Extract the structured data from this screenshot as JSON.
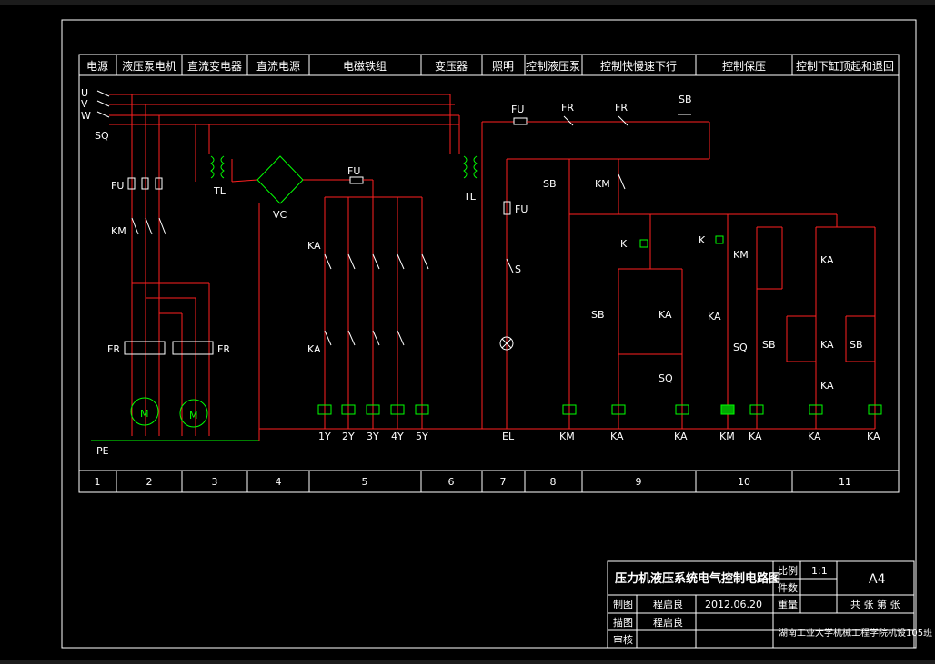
{
  "header_columns": [
    {
      "id": "1",
      "label": "电源"
    },
    {
      "id": "2",
      "label": "液压泵电机"
    },
    {
      "id": "3",
      "label": "直流变电器"
    },
    {
      "id": "4",
      "label": "直流电源"
    },
    {
      "id": "5",
      "label": "电磁铁组"
    },
    {
      "id": "6",
      "label": "变压器"
    },
    {
      "id": "7",
      "label": "照明"
    },
    {
      "id": "8",
      "label": "控制液压泵"
    },
    {
      "id": "9",
      "label": "控制快慢速下行"
    },
    {
      "id": "10",
      "label": "控制保压"
    },
    {
      "id": "11",
      "label": "控制下缸顶起和退回"
    }
  ],
  "footer_numbers": [
    "1",
    "2",
    "3",
    "4",
    "5",
    "6",
    "7",
    "8",
    "9",
    "10",
    "11"
  ],
  "labels": {
    "u": "U",
    "v": "V",
    "w": "W",
    "sq": "SQ",
    "fu1": "FU",
    "km1": "KM",
    "fr1": "FR",
    "fr2": "FR",
    "tl1": "TL",
    "vc": "VC",
    "fu2": "FU",
    "fu3": "FU",
    "fu4": "FU",
    "tl2": "TL",
    "s1": "S",
    "pe": "PE",
    "sb": "SB",
    "sb2": "SB",
    "km1b": "KM",
    "fr_a": "FR",
    "fr_b": "FR",
    "kp1": "K",
    "kp2": "K",
    "km2": "KM",
    "sb3": "SB",
    "ka1c": "KA",
    "ka2c": "KA",
    "sq2": "SQ",
    "sq1": "SQ",
    "sb5": "SB",
    "sb6": "SB",
    "ka3c": "KA",
    "ka4c": "KA",
    "ka5c": "KA",
    "ka6c": "KA",
    "ka7c": "KA"
  },
  "bottom_labels": [
    "1Y",
    "2Y",
    "3Y",
    "4Y",
    "5Y",
    "EL",
    "KM",
    "KA",
    "KA",
    "KM",
    "KA",
    "KA",
    "KA"
  ],
  "title_block": {
    "title": "压力机液压系统电气控制电路图",
    "scale_label": "比例",
    "scale_value": "1:1",
    "pieces_label": "件数",
    "weight_label": "重量",
    "size": "A4",
    "sheets": "共 张  第 张",
    "drawn_label": "制图",
    "drawn_name": "程启良",
    "drawn_date": "2012.06.20",
    "drafted_label": "描图",
    "drafted_name": "程启良",
    "review_label": "审核",
    "school": "湖南工业大学机械工程学院机设105班"
  }
}
